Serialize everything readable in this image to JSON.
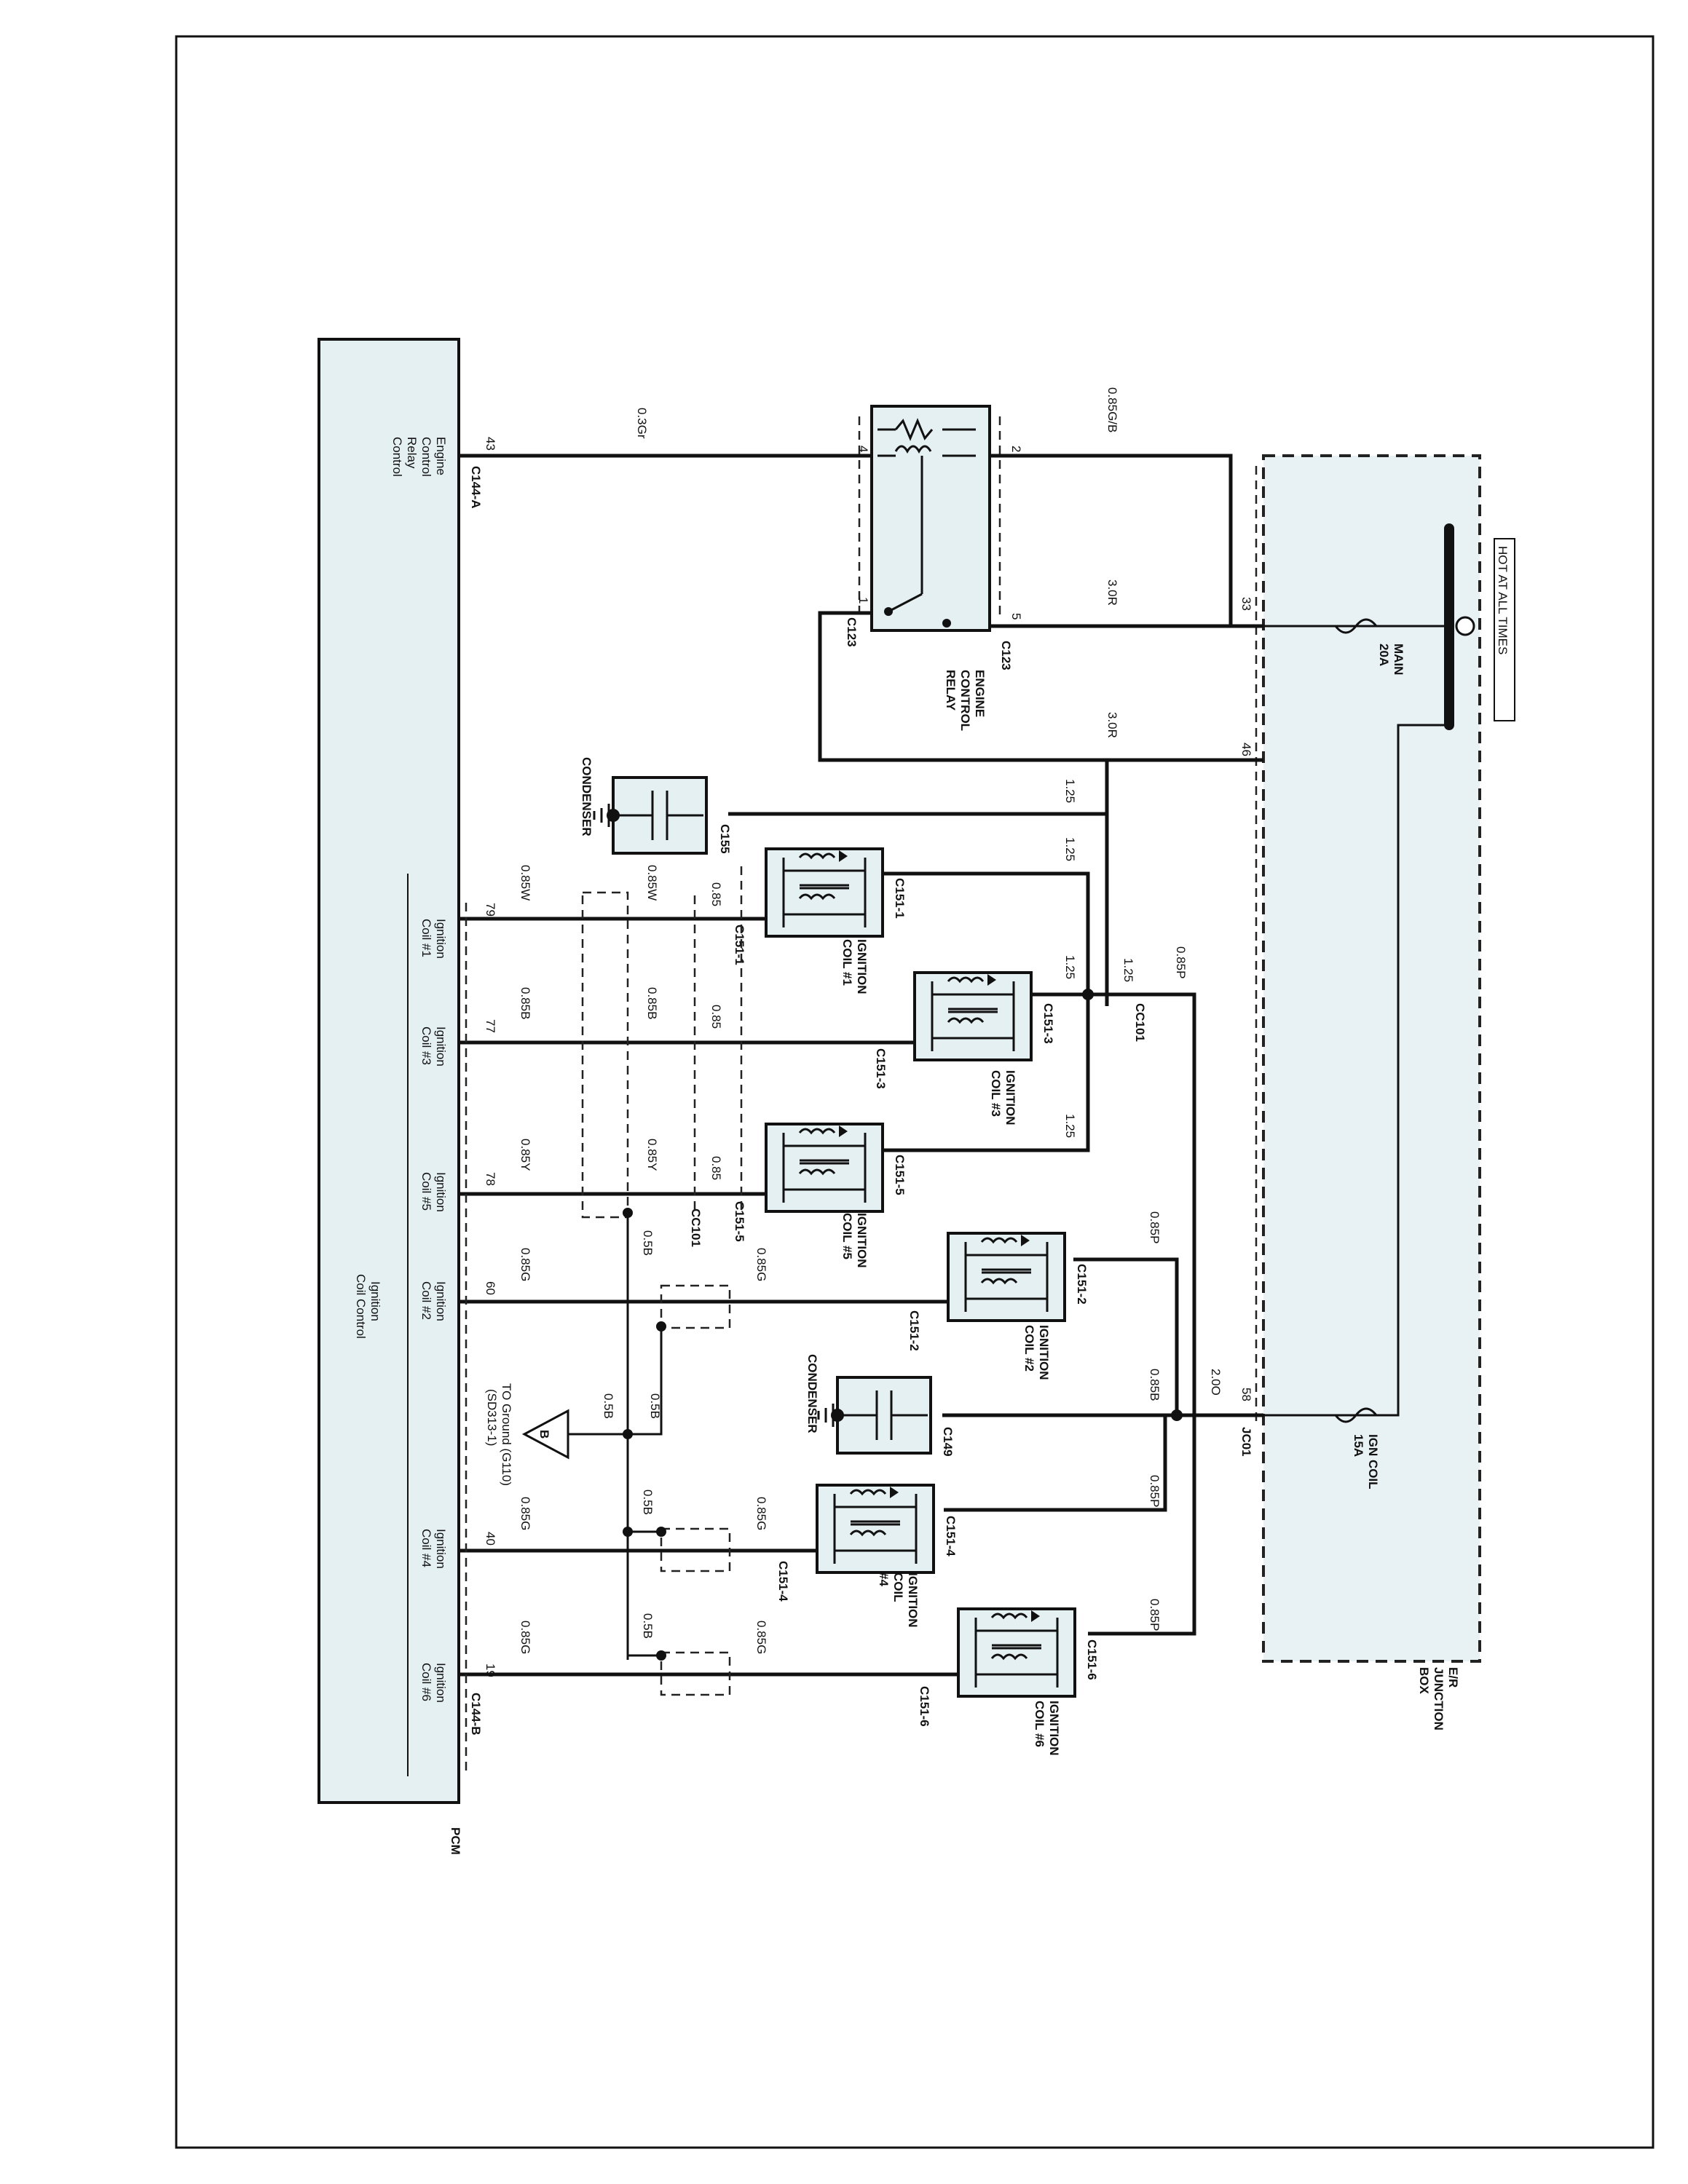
{
  "pcm": {
    "title": "PCM",
    "relay_ctrl": {
      "label1": "Engine",
      "label2": "Control",
      "label3": "Relay",
      "label4": "Control",
      "pin": "43",
      "connector": "C144-A"
    },
    "coil_group": {
      "label1": "Ignition",
      "label2": "Coil Control"
    },
    "pins": [
      {
        "label1": "Ignition",
        "label2": "Coil #1",
        "pin": "79"
      },
      {
        "label1": "Ignition",
        "label2": "Coil #3",
        "pin": "77"
      },
      {
        "label1": "Ignition",
        "label2": "Coil #5",
        "pin": "78"
      },
      {
        "label1": "Ignition",
        "label2": "Coil #2",
        "pin": "60"
      },
      {
        "label1": "Ignition",
        "label2": "Coil #4",
        "pin": "40"
      },
      {
        "label1": "Ignition",
        "label2": "Coil #6",
        "pin": "19",
        "connector": "C144-B"
      }
    ]
  },
  "relay": {
    "label1": "ENGINE",
    "label2": "CONTROL",
    "label3": "RELAY",
    "conn_a": "C123",
    "conn_b": "C123",
    "pin4": "4",
    "pin2": "2",
    "pin1": "1",
    "pin5": "5"
  },
  "junction": {
    "label1": "E/R",
    "label2": "JUNCTION",
    "label3": "BOX",
    "hot": "HOT AT ALL TIMES",
    "fuse_main": {
      "name": "MAIN",
      "rating": "20A"
    },
    "fuse_ign": {
      "name": "IGN COIL",
      "rating": "15A"
    },
    "pin33": "33",
    "pin46": "46",
    "pin58": "58",
    "conn": "JC01"
  },
  "wires": {
    "gr": "0.3Gr",
    "gb": "0.85G/B",
    "r1": "3.0R",
    "r2": "3.0R",
    "w125": "1.25",
    "p085": "0.85P",
    "o20": "2.0O",
    "w085w": "0.85W",
    "w085b": "0.85B",
    "w085y": "0.85Y",
    "w085g": "0.85G",
    "w085": "0.85",
    "g05b": "0.5B",
    "b085": "0.85B"
  },
  "condensers": [
    {
      "label": "CONDENSER",
      "conn": "C155"
    },
    {
      "label": "CONDENSER",
      "conn": "C149"
    }
  ],
  "coils": [
    {
      "l1": "IGNITION",
      "l2": "COIL #1",
      "conn": "C151-1"
    },
    {
      "l1": "IGNITION",
      "l2": "COIL #3",
      "conn": "C151-3"
    },
    {
      "l1": "IGNITION",
      "l2": "COIL #5",
      "conn": "C151-5"
    },
    {
      "l1": "IGNITION",
      "l2": "COIL #2",
      "conn": "C151-2"
    },
    {
      "l1": "IGNITION",
      "l2": "COIL",
      "l3": "#4",
      "conn": "C151-4"
    },
    {
      "l1": "IGNITION",
      "l2": "COIL #6",
      "conn": "C151-6"
    }
  ],
  "cc101": "CC101",
  "ground": {
    "letter": "B",
    "l1": "TO Ground (G110)",
    "l2": "(SD313-1)"
  }
}
